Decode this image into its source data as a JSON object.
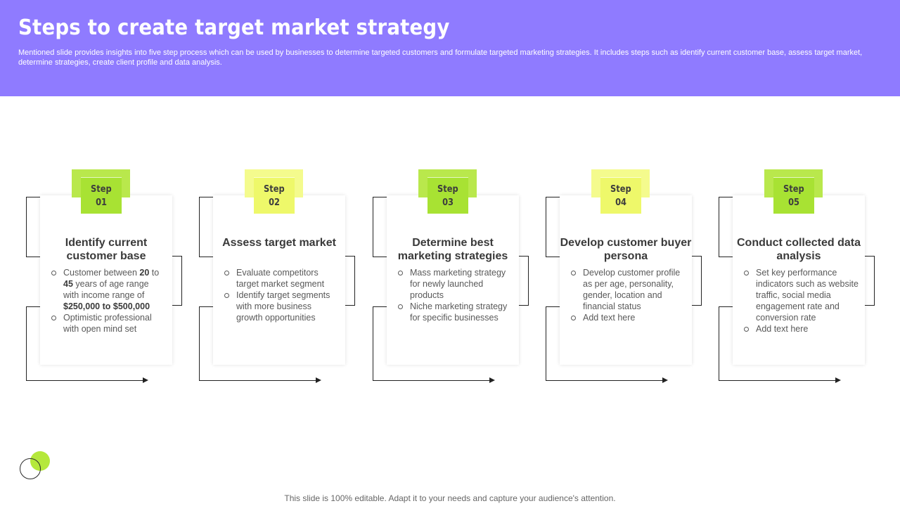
{
  "header": {
    "title": "Steps to create target market strategy",
    "subtitle": "Mentioned slide provides insights into five step process which can be used by businesses to determine targeted customers and formulate targeted marketing strategies. It includes steps such as identify current customer base, assess target market, determine strategies, create client profile and data analysis."
  },
  "colors": {
    "header_bg": "#8f7bff",
    "lime_green": "#a8e233",
    "light_yellow": "#eef86a"
  },
  "steps": [
    {
      "word": "Step",
      "number": "01",
      "title": "Identify current customer base",
      "bullets": [
        [
          {
            "t": "Customer between ",
            "b": false
          },
          {
            "t": "20",
            "b": true
          },
          {
            "t": " to ",
            "b": false
          },
          {
            "t": "45",
            "b": true
          },
          {
            "t": " years of age range with income range of ",
            "b": false
          },
          {
            "t": "$250,000 to $500,000",
            "b": true
          }
        ],
        [
          {
            "t": "Optimistic professional with open mind set",
            "b": false
          }
        ]
      ]
    },
    {
      "word": "Step",
      "number": "02",
      "title": "Assess target market",
      "bullets": [
        [
          {
            "t": "Evaluate competitors target market segment",
            "b": false
          }
        ],
        [
          {
            "t": "Identify target segments with more business growth opportunities",
            "b": false
          }
        ]
      ]
    },
    {
      "word": "Step",
      "number": "03",
      "title": "Determine best marketing strategies",
      "bullets": [
        [
          {
            "t": "Mass marketing strategy for newly launched products",
            "b": false
          }
        ],
        [
          {
            "t": "Niche marketing strategy for specific businesses",
            "b": false
          }
        ]
      ]
    },
    {
      "word": "Step",
      "number": "04",
      "title": "Develop customer buyer persona",
      "bullets": [
        [
          {
            "t": "Develop customer profile as per age, personality, gender, location and financial status",
            "b": false
          }
        ],
        [
          {
            "t": "Add text here",
            "b": false
          }
        ]
      ]
    },
    {
      "word": "Step",
      "number": "05",
      "title": "Conduct collected data analysis",
      "bullets": [
        [
          {
            "t": "Set key performance indicators such as website traffic, social media engagement rate and conversion rate",
            "b": false
          }
        ],
        [
          {
            "t": "Add text here",
            "b": false
          }
        ]
      ]
    }
  ],
  "footer": "This slide is 100% editable. Adapt it to your needs and capture your audience's attention."
}
